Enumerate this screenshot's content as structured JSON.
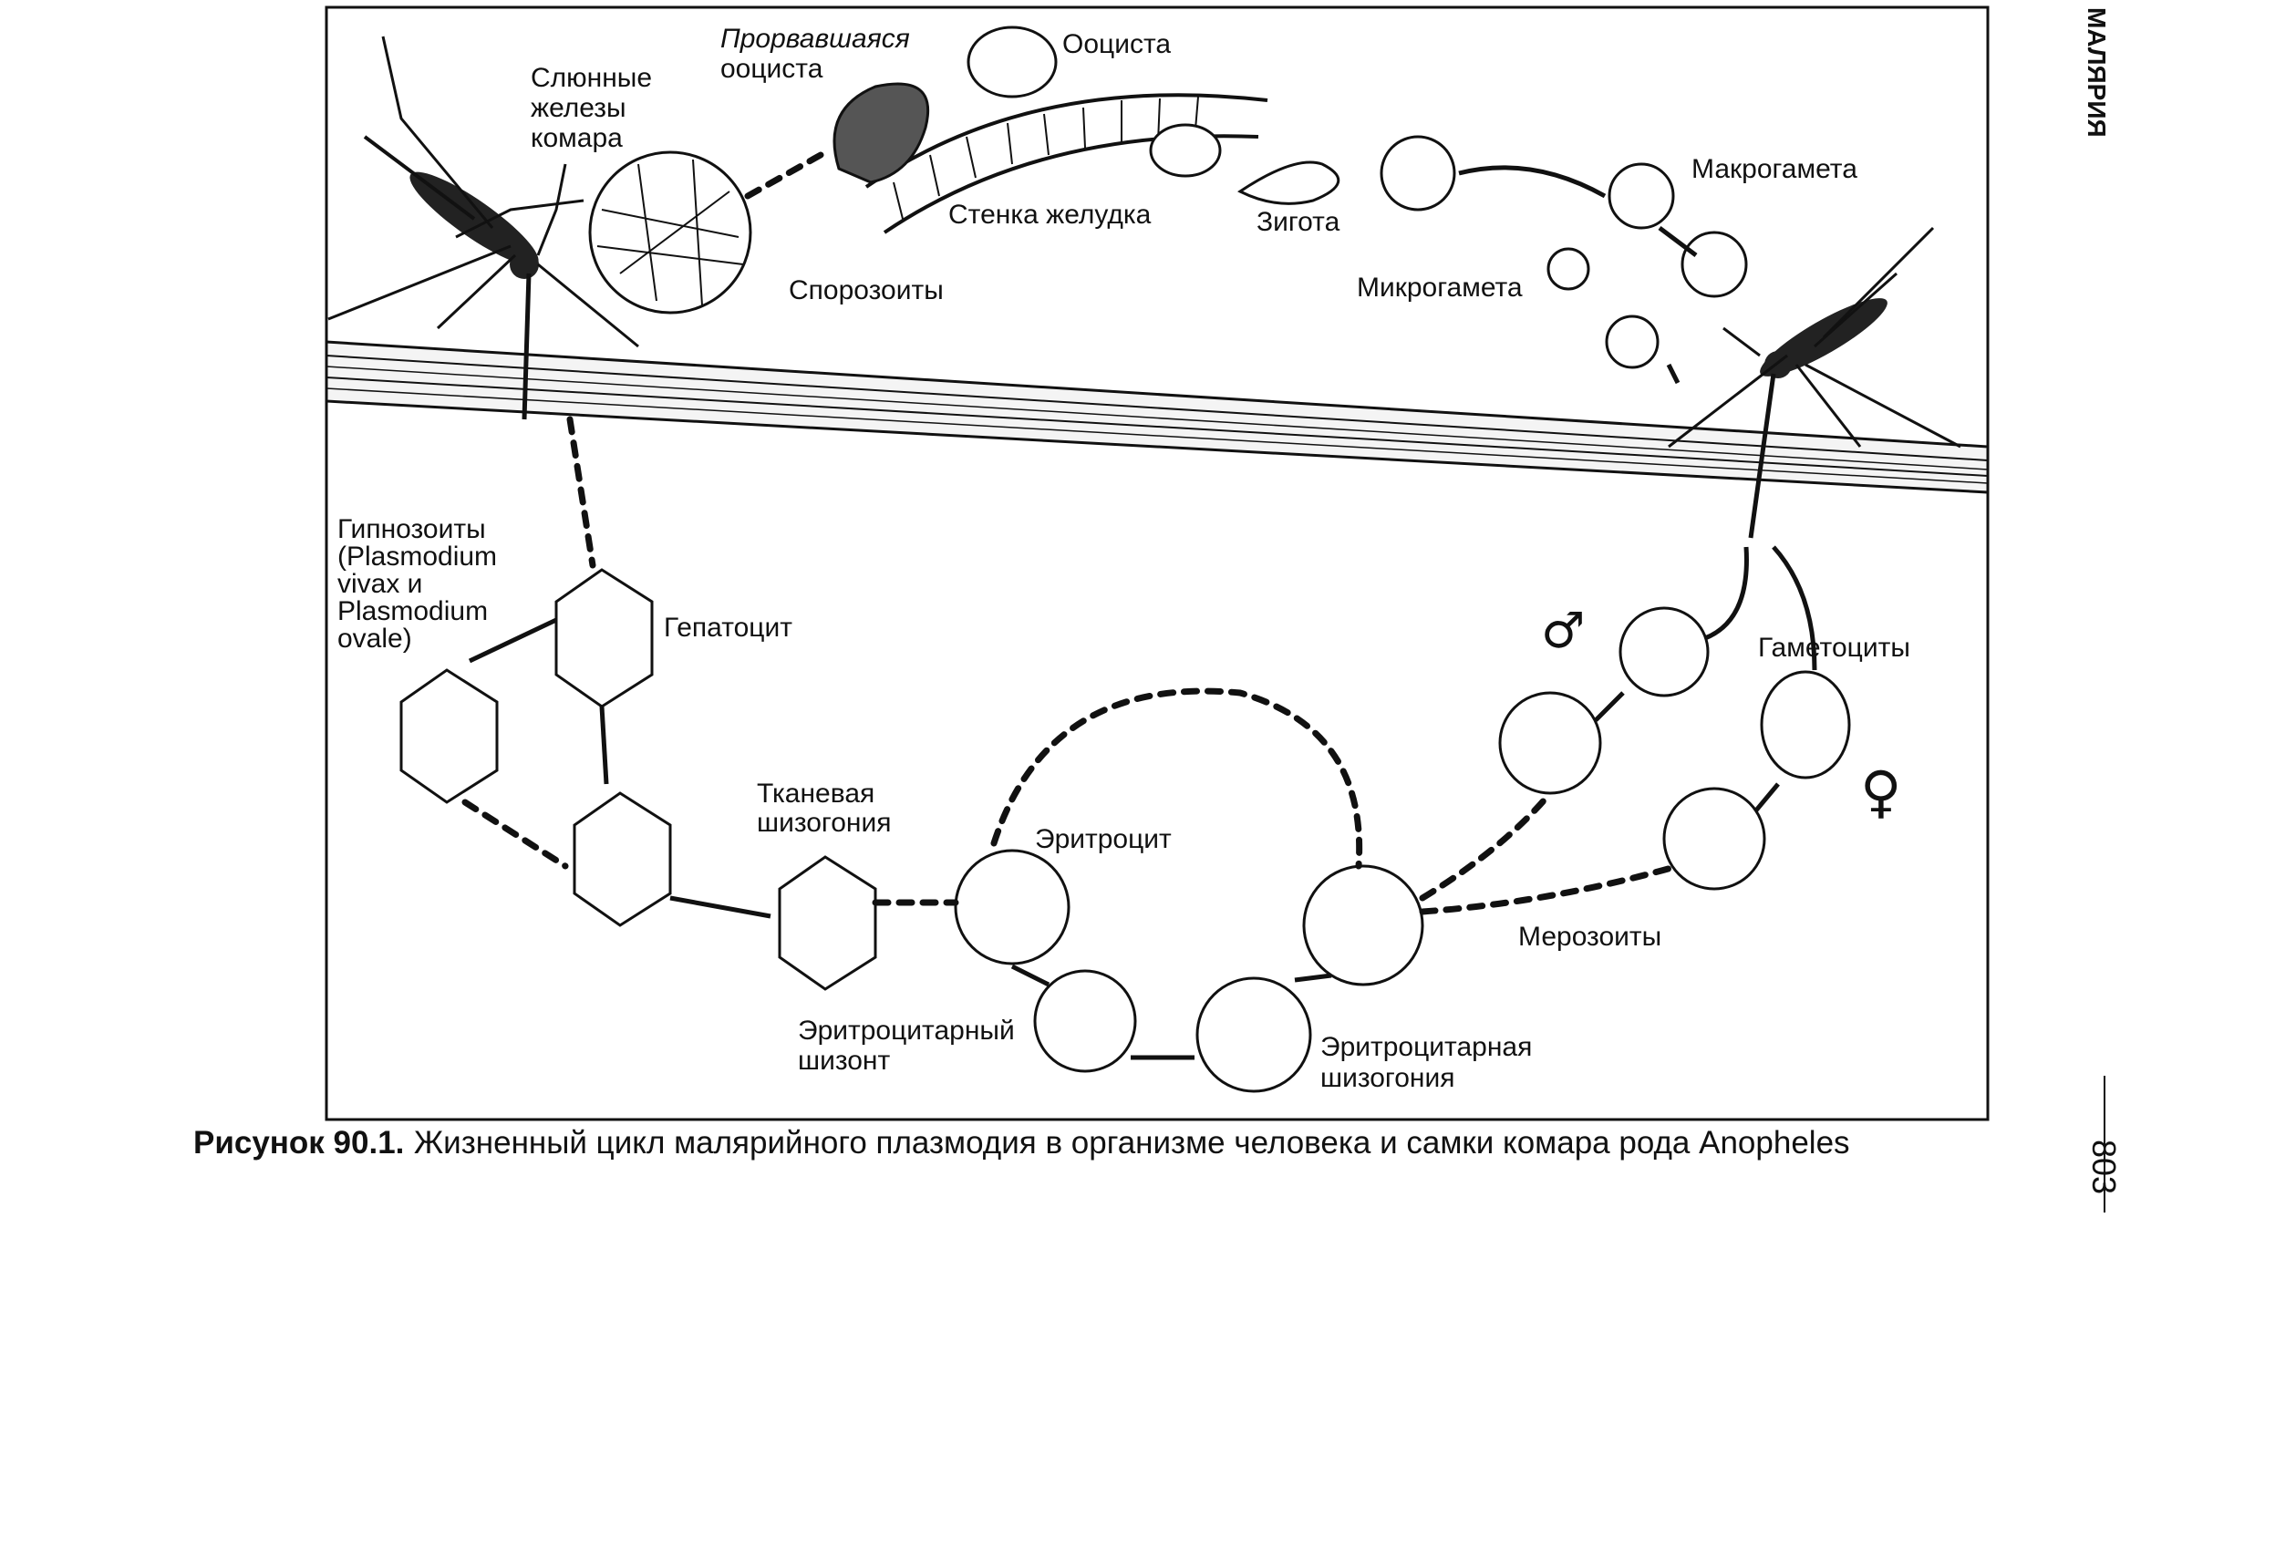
{
  "side_header": "МАЛЯРИЯ",
  "page_number": "803",
  "caption": {
    "prefix": "Рисунок 90.1.",
    "text": "Жизненный цикл малярийного плазмодия в организме человека и самки комара рода Anopheles"
  },
  "labels": {
    "salivary_glands": [
      "Слюнные",
      "железы",
      "комара"
    ],
    "ruptured_oocyst": [
      "Прорвавшаяся",
      "ооциста"
    ],
    "oocyst": "Ооциста",
    "stomach_wall": "Стенка желудка",
    "zygote": "Зигота",
    "sporozoites": "Спорозоиты",
    "macrogamete": "Макрогамета",
    "microgamete": "Микрогамета",
    "hypnozoites": [
      "Гипнозоиты",
      "(Plasmodium",
      "vivax и",
      "Plasmodium",
      "ovale)"
    ],
    "hepatocyte": "Гепатоцит",
    "tissue_schizogony": [
      "Тканевая",
      "шизогония"
    ],
    "erythrocyte": "Эритроцит",
    "gametocytes": "Гаметоциты",
    "merozoites": "Мерозоиты",
    "erythrocytic_schizont": [
      "Эритроцитарный",
      "шизонт"
    ],
    "erythrocytic_schizogony": [
      "Эритроцитарная",
      "шизогония"
    ],
    "male_symbol": "♂",
    "female_symbol": "♀"
  }
}
